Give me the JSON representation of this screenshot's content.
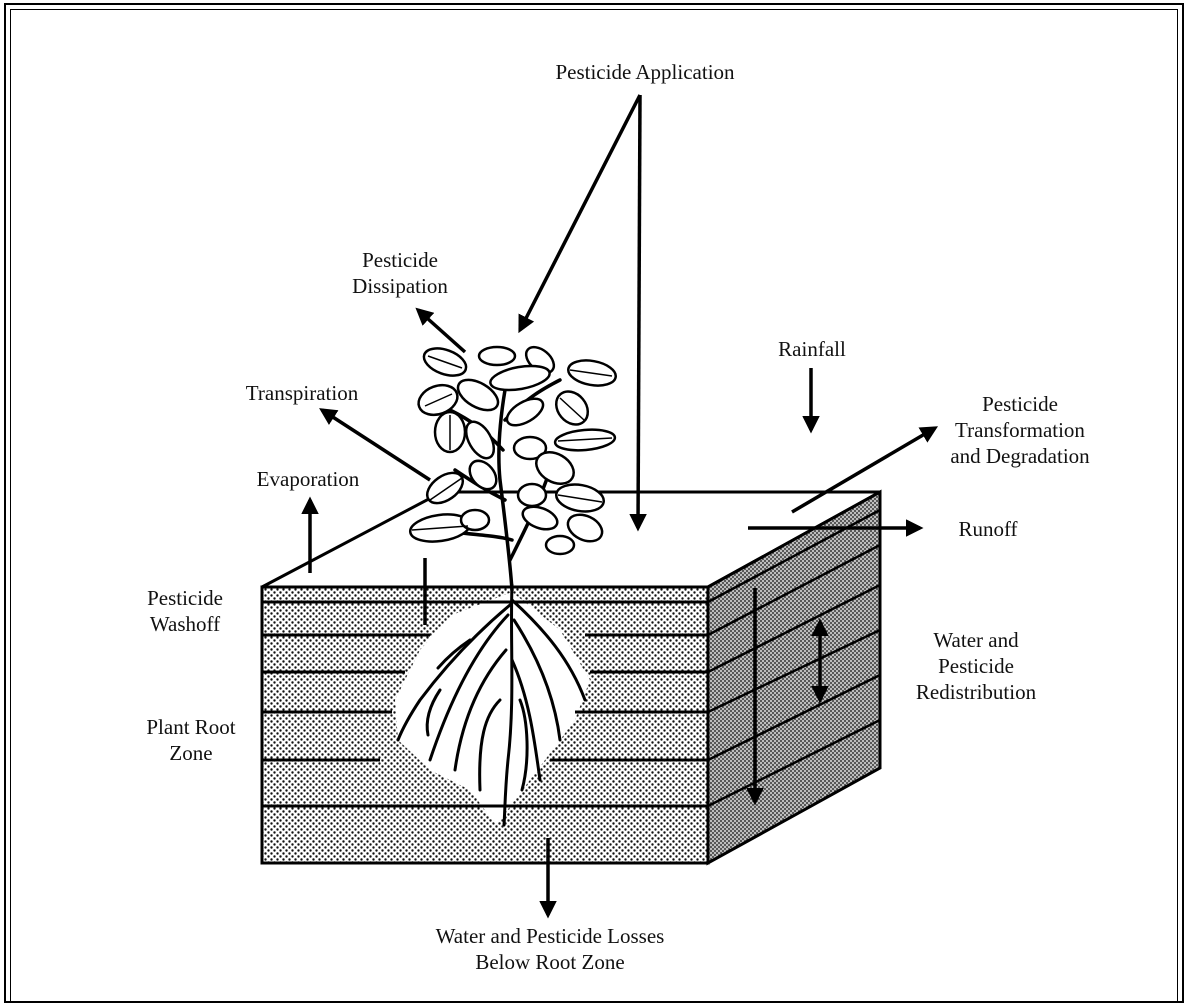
{
  "labels": {
    "application": "Pesticide Application",
    "dissipation_1": "Pesticide",
    "dissipation_2": "Dissipation",
    "transpiration": "Transpiration",
    "evaporation": "Evaporation",
    "rainfall": "Rainfall",
    "transformation_1": "Pesticide",
    "transformation_2": "Transformation",
    "transformation_3": "and Degradation",
    "runoff": "Runoff",
    "washoff_1": "Pesticide",
    "washoff_2": "Washoff",
    "redistribution_1": "Water and",
    "redistribution_2": "Pesticide",
    "redistribution_3": "Redistribution",
    "root_zone_1": "Plant Root",
    "root_zone_2": "Zone",
    "losses_1": "Water and Pesticide Losses",
    "losses_2": "Below Root Zone"
  }
}
